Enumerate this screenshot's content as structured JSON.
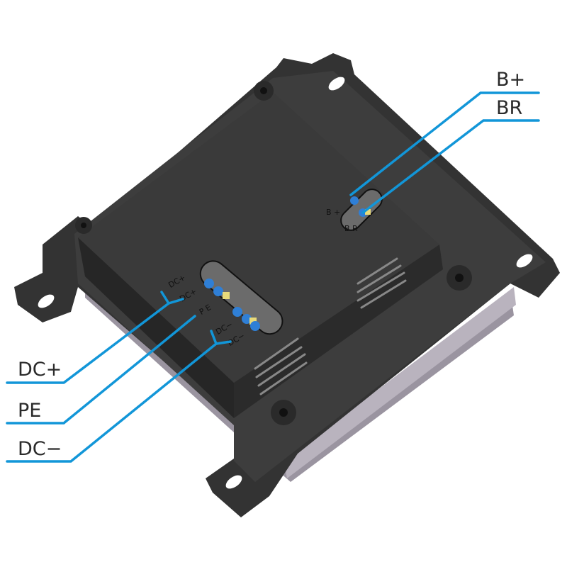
{
  "callouts": {
    "b_plus": "B+",
    "br": "BR",
    "dc_plus": "DC+",
    "pe": "PE",
    "dc_minus": "DC−"
  },
  "silkscreen": {
    "b_plus": "B +",
    "br": "B R",
    "dc_plus_1": "DC+",
    "dc_plus_2": "DC+",
    "pe": "P E",
    "dc_minus_1": "DC−",
    "dc_minus_2": "DC−"
  },
  "colors": {
    "callout_line": "#1296d8",
    "housing": "#2e2e2e",
    "plate": "#3a3a3a",
    "heatsink": "#9a94a0",
    "terminal_blue": "#2f7fd6",
    "terminal_yellow": "#e8da7a"
  }
}
